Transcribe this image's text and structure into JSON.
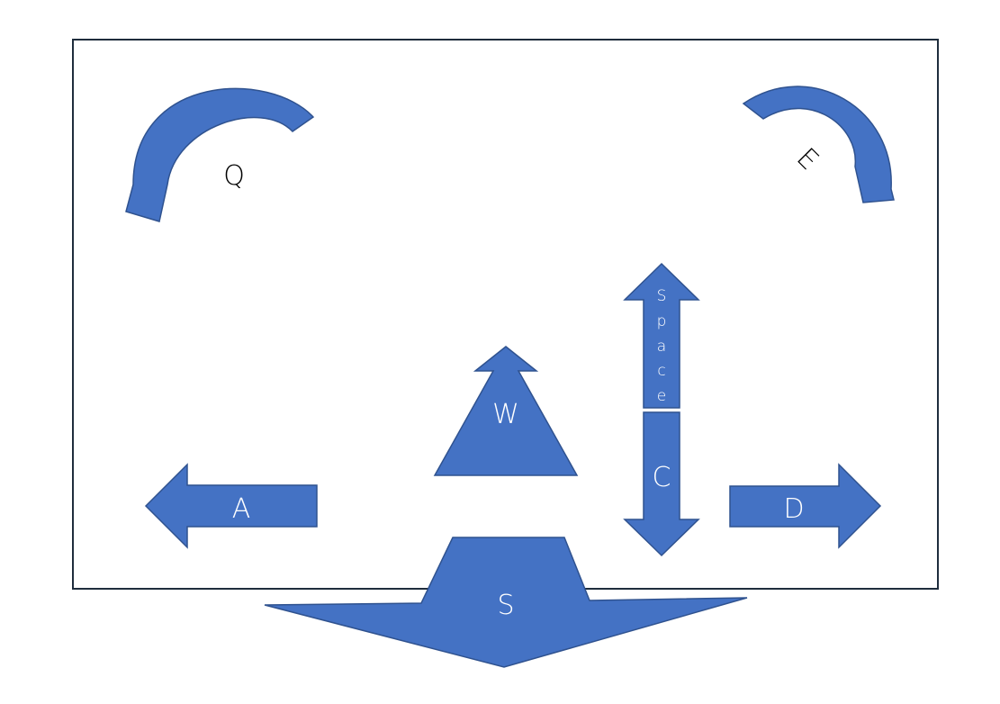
{
  "colors": {
    "arrow_fill": "#4472C4",
    "arrow_stroke": "#2F528F",
    "frame_stroke": "#1F2D3D",
    "light_text": "#ffffff",
    "dark_text": "#000000"
  },
  "keys": {
    "q": "Q",
    "e": "E",
    "w": "W",
    "a": "A",
    "s": "S",
    "d": "D",
    "c": "C",
    "space_letters": [
      "S",
      "p",
      "a",
      "c",
      "e"
    ]
  }
}
